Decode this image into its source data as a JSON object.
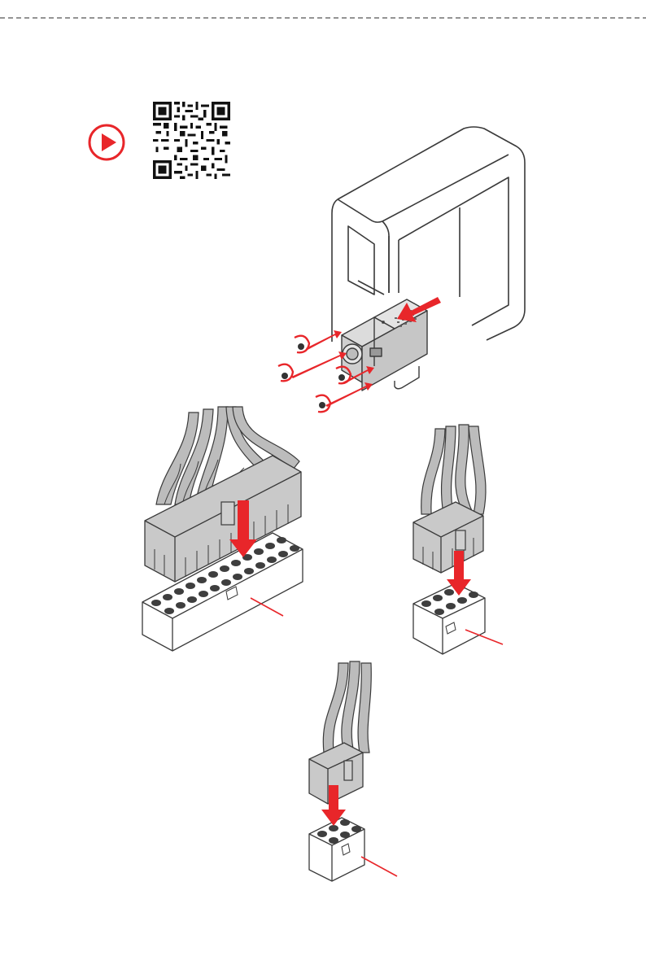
{
  "page": {
    "accent_color": "#e8262a",
    "line_color": "#3a3a3a",
    "fill_light": "#ffffff",
    "fill_cable": "#b8b8b8"
  },
  "icons": {
    "play": "play-circle-icon",
    "qr": "qr-code-icon"
  },
  "figures": [
    {
      "name": "psu-install",
      "description_icon": "psu-case-icon"
    },
    {
      "name": "atx-24pin-connector",
      "description_icon": "connector-24pin-icon"
    },
    {
      "name": "cpu-8pin-connector",
      "description_icon": "connector-8pin-icon"
    },
    {
      "name": "pcie-6pin-connector",
      "description_icon": "connector-6pin-icon"
    }
  ]
}
